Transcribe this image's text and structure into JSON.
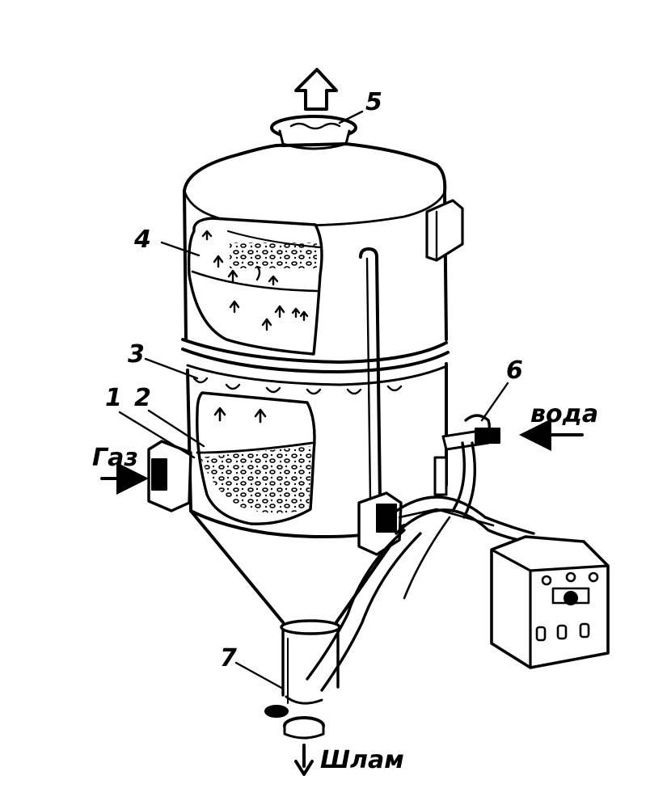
{
  "diagram": {
    "callouts": {
      "c1": "1",
      "c2": "2",
      "c3": "3",
      "c4": "4",
      "c5": "5",
      "c6": "6",
      "c7": "7"
    },
    "inputs": {
      "gas": "Газ",
      "water": "вода",
      "sludge": "Шлам"
    }
  }
}
